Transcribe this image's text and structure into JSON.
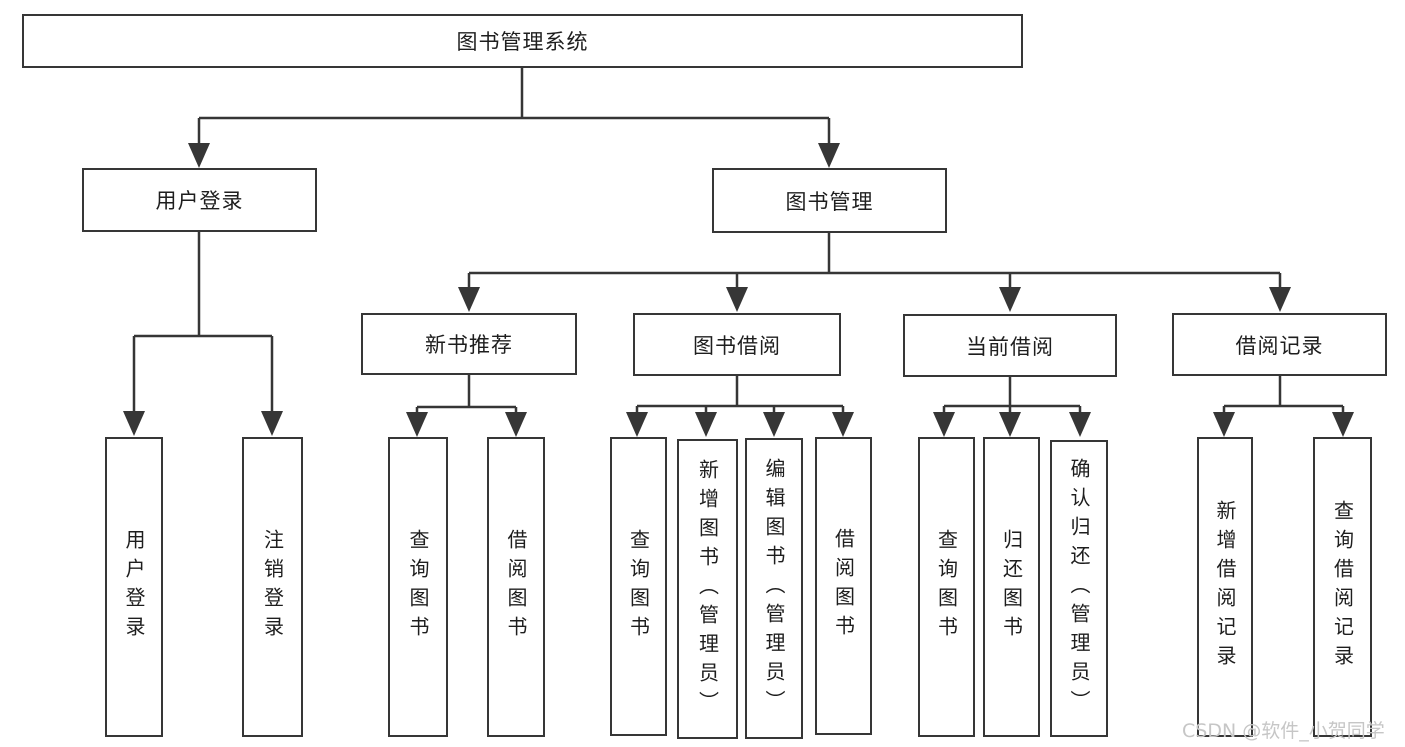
{
  "title": "图书管理系统",
  "watermark": "CSDN @软件_小贺同学",
  "colors": {
    "line": "#363636",
    "box_border": "#363636",
    "box_fill": "#ffffff",
    "text": "#1e1e1e",
    "watermark": "#c6c6c6",
    "background": "#ffffff"
  },
  "nodes": {
    "root": "图书管理系统",
    "user_login": "用户登录",
    "book_mgmt": "图书管理",
    "new_book_rec": "新书推荐",
    "book_borrow": "图书借阅",
    "current_borrow": "当前借阅",
    "borrow_records": "借阅记录",
    "login_leaf_1": "用户登录",
    "login_leaf_2": "注销登录",
    "rec_leaf_1": "查询图书",
    "rec_leaf_2": "借阅图书",
    "borrow_leaf_1": "查询图书",
    "borrow_leaf_2": "新增图书（管理员）",
    "borrow_leaf_3": "编辑图书（管理员）",
    "borrow_leaf_4": "借阅图书",
    "current_leaf_1": "查询图书",
    "current_leaf_2": "归还图书",
    "current_leaf_3": "确认归还（管理员）",
    "records_leaf_1": "新增借阅记录",
    "records_leaf_2": "查询借阅记录"
  },
  "hierarchy": {
    "图书管理系统": {
      "用户登录": [
        "用户登录",
        "注销登录"
      ],
      "图书管理": {
        "新书推荐": [
          "查询图书",
          "借阅图书"
        ],
        "图书借阅": [
          "查询图书",
          "新增图书（管理员）",
          "编辑图书（管理员）",
          "借阅图书"
        ],
        "当前借阅": [
          "查询图书",
          "归还图书",
          "确认归还（管理员）"
        ],
        "借阅记录": [
          "新增借阅记录",
          "查询借阅记录"
        ]
      }
    }
  }
}
